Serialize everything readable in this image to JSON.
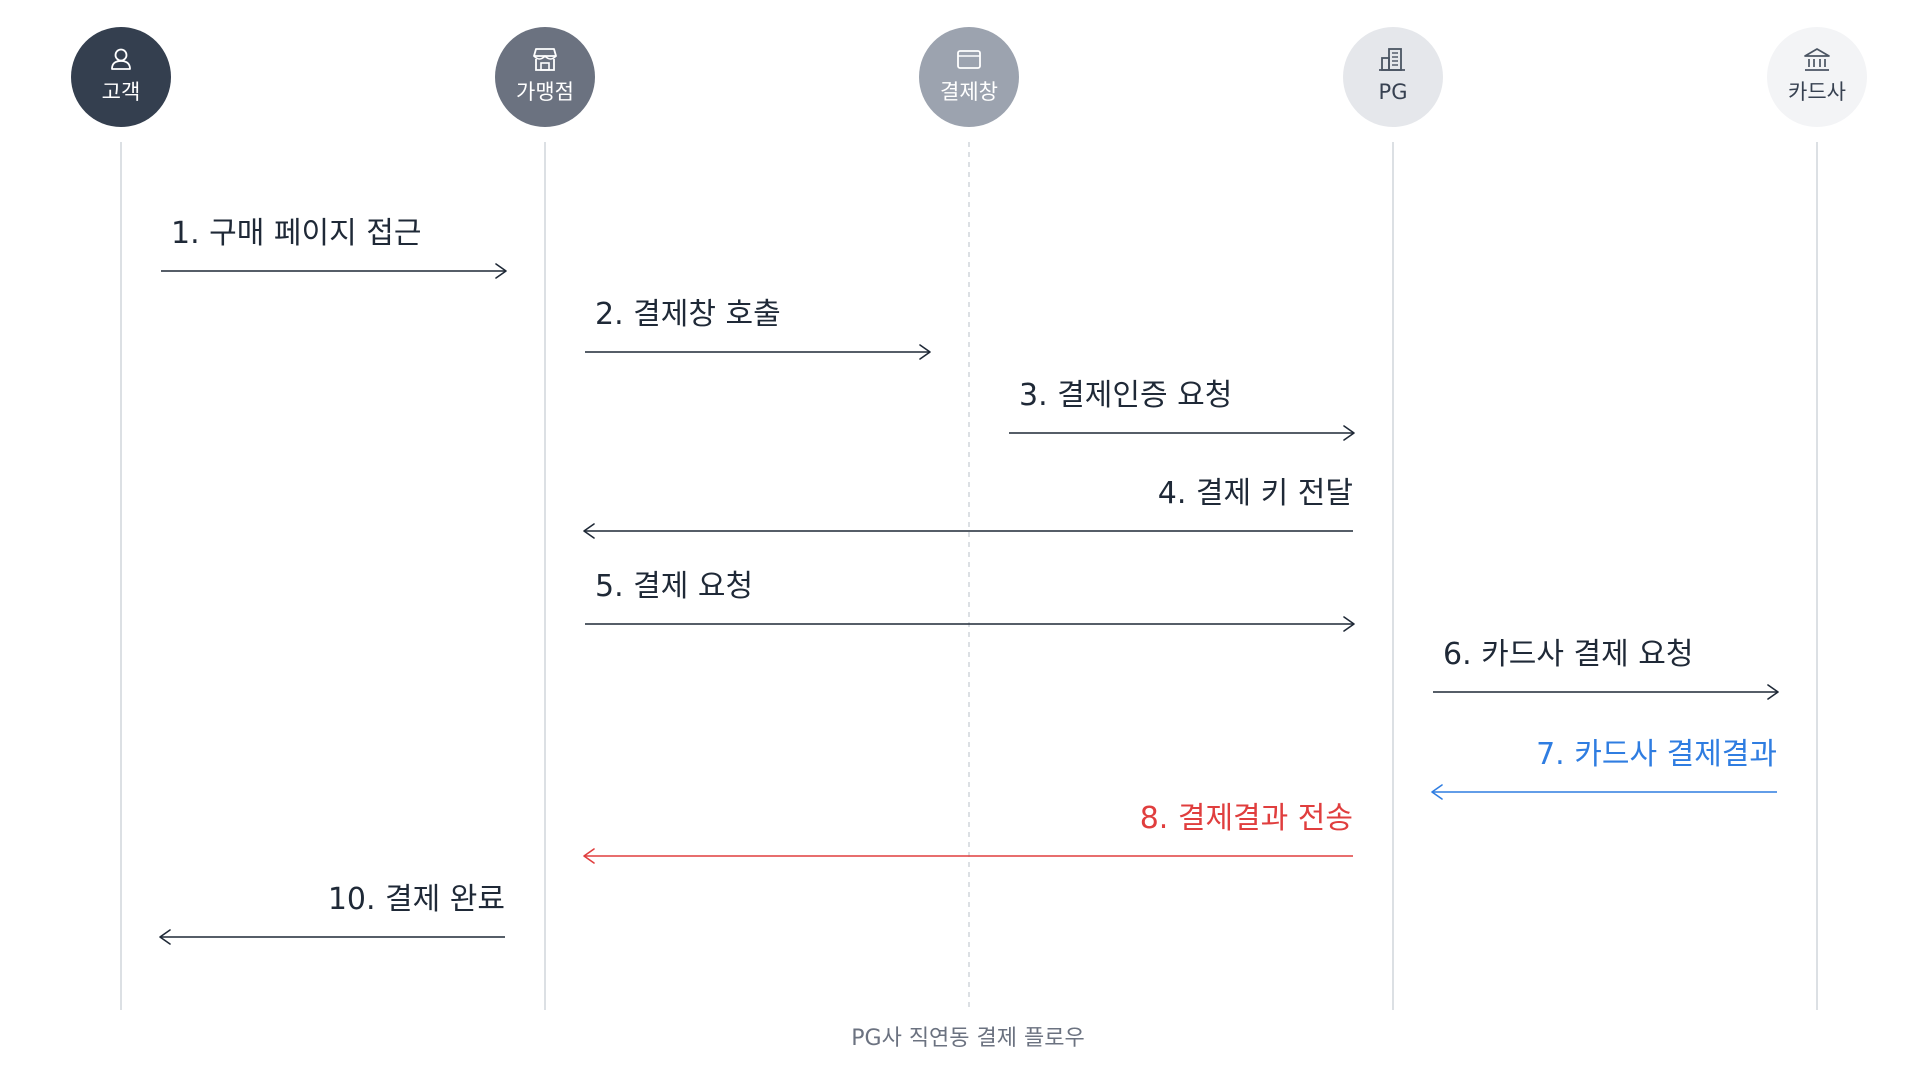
{
  "actors": [
    {
      "id": "customer",
      "label": "고객",
      "icon": "person-icon",
      "fill": "#343f4f",
      "text_color": "#ffffff",
      "icon_color": "#ffffff"
    },
    {
      "id": "merchant",
      "label": "가맹점",
      "icon": "store-icon",
      "fill": "#6b7280",
      "text_color": "#ffffff",
      "icon_color": "#ffffff"
    },
    {
      "id": "payment-window",
      "label": "결제창",
      "icon": "window-icon",
      "fill": "#9ca3af",
      "text_color": "#ffffff",
      "icon_color": "#ffffff"
    },
    {
      "id": "pg",
      "label": "PG",
      "icon": "building-icon",
      "fill": "#e5e7eb",
      "text_color": "#374151",
      "icon_color": "#4b5563"
    },
    {
      "id": "card-company",
      "label": "카드사",
      "icon": "bank-icon",
      "fill": "#f3f4f6",
      "text_color": "#374151",
      "icon_color": "#4b5563"
    }
  ],
  "lifeline_styles": [
    "solid",
    "solid",
    "dashed",
    "solid",
    "solid"
  ],
  "messages": [
    {
      "from": 0,
      "to": 1,
      "label": "1. 구매 페이지 접근",
      "color": "#1f2937"
    },
    {
      "from": 1,
      "to": 2,
      "label": "2. 결제창 호출",
      "color": "#1f2937"
    },
    {
      "from": 2,
      "to": 3,
      "label": "3. 결제인증 요청",
      "color": "#1f2937"
    },
    {
      "from": 3,
      "to": 1,
      "label": "4. 결제 키 전달",
      "color": "#1f2937"
    },
    {
      "from": 1,
      "to": 3,
      "label": "5. 결제 요청",
      "color": "#1f2937"
    },
    {
      "from": 3,
      "to": 4,
      "label": "6. 카드사 결제 요청",
      "color": "#1f2937"
    },
    {
      "from": 4,
      "to": 3,
      "label": "7. 카드사 결제결과",
      "color": "#2f7de1"
    },
    {
      "from": 3,
      "to": 1,
      "label": "8. 결제결과 전송",
      "color": "#e03e3e"
    },
    {
      "from": 1,
      "to": 0,
      "label": "10. 결제 완료",
      "color": "#1f2937"
    }
  ],
  "caption": "PG사 직연동 결제 플로우",
  "colors": {
    "lifeline": "#d1d5db",
    "dashed_lifeline": "#d1d5db"
  }
}
